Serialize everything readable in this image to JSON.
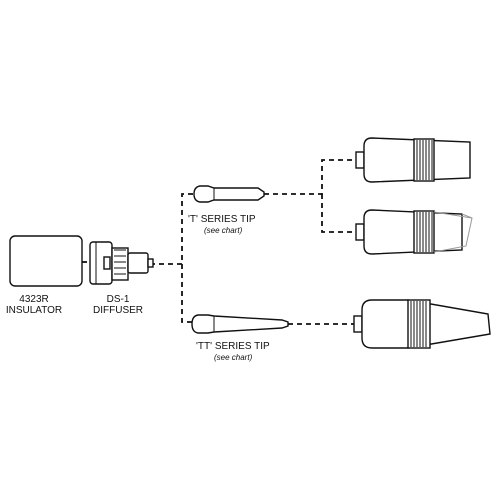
{
  "labels": {
    "insulator_part": "4323R",
    "insulator_name": "INSULATOR",
    "diffuser_part": "DS-1",
    "diffuser_name": "DIFFUSER",
    "t_series": "'T' SERIES TIP",
    "t_series_note": "(see chart)",
    "tt_series": "'TT' SERIES TIP",
    "tt_series_note": "(see chart)"
  }
}
